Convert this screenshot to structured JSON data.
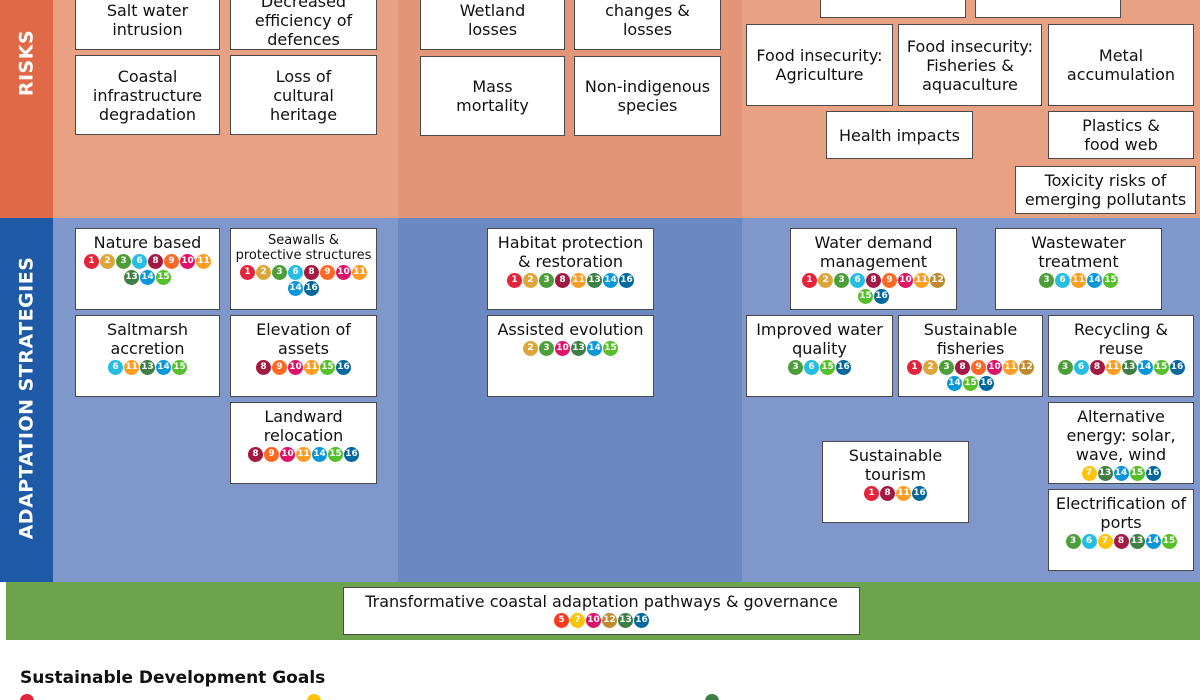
{
  "sections": {
    "risks_label": "RISKS",
    "adaptation_label": "ADAPTATION STRATEGIES"
  },
  "sdg_colors": {
    "1": "#e5243b",
    "2": "#dda63a",
    "3": "#4c9f38",
    "4": "#c5192d",
    "5": "#ff3a21",
    "6": "#26bde2",
    "7": "#fcc30b",
    "8": "#a21942",
    "9": "#fd6925",
    "10": "#dd1367",
    "11": "#fd9d24",
    "12": "#bf8b2e",
    "13": "#3f7e44",
    "14": "#0a97d9",
    "15": "#56c02b",
    "16": "#00689d",
    "17": "#19486a"
  },
  "risks": [
    {
      "id": "salt-water-intrusion",
      "label": "Salt water\nintrusion"
    },
    {
      "id": "decreased-efficiency",
      "label": "Decreased\nefficiency of\ndefences"
    },
    {
      "id": "coastal-infrastructure",
      "label": "Coastal\ninfrastructure\ndegradation"
    },
    {
      "id": "cultural-heritage",
      "label": "Loss of\ncultural\nheritage"
    },
    {
      "id": "wetland-losses",
      "label": "Wetland\nlosses"
    },
    {
      "id": "changes-losses",
      "label": "changes &\nlosses"
    },
    {
      "id": "mass-mortality",
      "label": "Mass\nmortality"
    },
    {
      "id": "non-indigenous",
      "label": "Non-indigenous\nspecies"
    },
    {
      "id": "top-right-1",
      "label": ""
    },
    {
      "id": "top-right-2",
      "label": ""
    },
    {
      "id": "food-agri",
      "label": "Food insecurity:\nAgriculture"
    },
    {
      "id": "food-fish",
      "label": "Food insecurity:\nFisheries &\naquaculture"
    },
    {
      "id": "metal",
      "label": "Metal\naccumulation"
    },
    {
      "id": "health",
      "label": "Health impacts"
    },
    {
      "id": "plastics",
      "label": "Plastics &\nfood web"
    },
    {
      "id": "toxicity",
      "label": "Toxicity risks of\nemerging pollutants"
    }
  ],
  "strategies": [
    {
      "id": "nature-based",
      "label": "Nature based",
      "sdgs": [
        1,
        2,
        3,
        6,
        8,
        9,
        10,
        11,
        13,
        14,
        15
      ]
    },
    {
      "id": "seawalls",
      "label": "Seawalls &\nprotective structures",
      "small": true,
      "sdgs": [
        1,
        2,
        3,
        6,
        8,
        9,
        10,
        11,
        14,
        16
      ]
    },
    {
      "id": "habitat",
      "label": "Habitat protection\n& restoration",
      "sdgs": [
        1,
        2,
        3,
        8,
        11,
        13,
        14,
        16
      ]
    },
    {
      "id": "water-demand",
      "label": "Water demand\nmanagement",
      "sdgs": [
        1,
        2,
        3,
        6,
        8,
        9,
        10,
        11,
        12,
        15,
        16
      ]
    },
    {
      "id": "wastewater",
      "label": "Wastewater\ntreatment",
      "sdgs": [
        3,
        6,
        11,
        14,
        15
      ]
    },
    {
      "id": "saltmarsh",
      "label": "Saltmarsh\naccretion",
      "sdgs": [
        6,
        11,
        13,
        14,
        15
      ]
    },
    {
      "id": "elevation",
      "label": "Elevation of\nassets",
      "sdgs": [
        8,
        9,
        10,
        11,
        15,
        16
      ]
    },
    {
      "id": "assisted-evolution",
      "label": "Assisted evolution",
      "sdgs": [
        2,
        3,
        10,
        13,
        14,
        15
      ]
    },
    {
      "id": "water-quality",
      "label": "Improved water\nquality",
      "sdgs": [
        3,
        6,
        15,
        16
      ]
    },
    {
      "id": "fisheries",
      "label": "Sustainable\nfisheries",
      "sdgs": [
        1,
        2,
        3,
        8,
        9,
        10,
        11,
        12,
        14,
        15,
        16
      ]
    },
    {
      "id": "recycling",
      "label": "Recycling &\nreuse",
      "sdgs": [
        3,
        6,
        8,
        11,
        13,
        14,
        15,
        16
      ]
    },
    {
      "id": "landward",
      "label": "Landward\nrelocation",
      "sdgs": [
        8,
        9,
        10,
        11,
        14,
        15,
        16
      ]
    },
    {
      "id": "alt-energy",
      "label": "Alternative\nenergy: solar,\nwave, wind",
      "sdgs": [
        7,
        13,
        14,
        15,
        16
      ]
    },
    {
      "id": "tourism",
      "label": "Sustainable\ntourism",
      "sdgs": [
        1,
        8,
        11,
        16
      ]
    },
    {
      "id": "electrification",
      "label": "Electrification of\nports",
      "sdgs": [
        3,
        6,
        7,
        8,
        13,
        14,
        15
      ]
    }
  ],
  "governance": {
    "label": "Transformative coastal adaptation pathways & governance",
    "sdgs": [
      5,
      7,
      10,
      12,
      13,
      16
    ]
  },
  "legend": {
    "heading": "Sustainable Development Goals"
  }
}
